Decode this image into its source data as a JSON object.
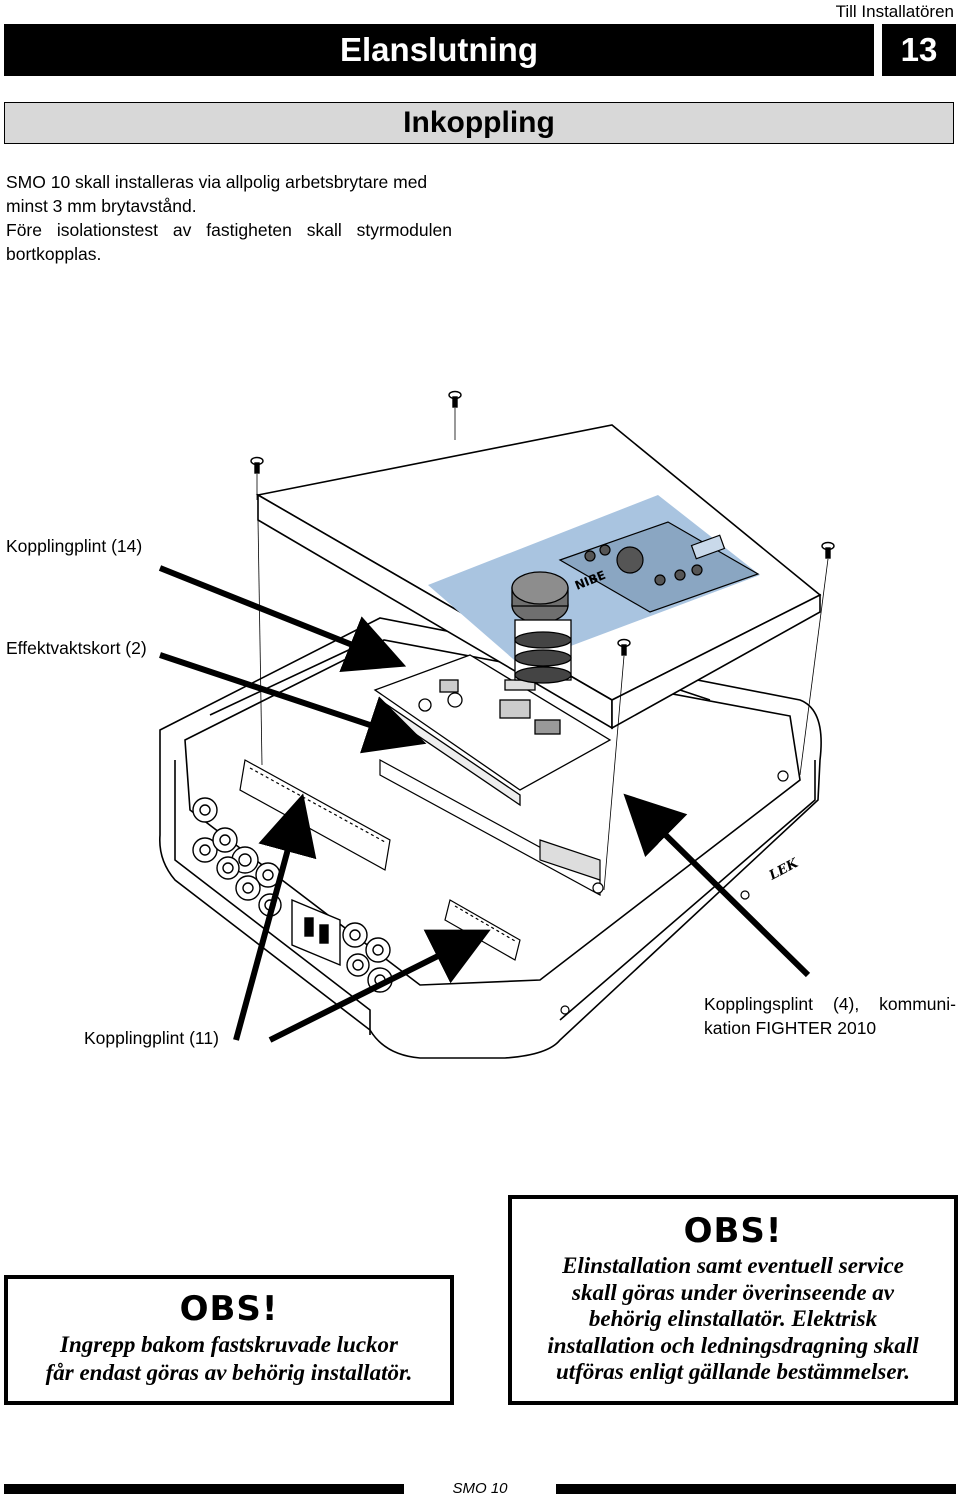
{
  "header": {
    "section_name": "Till Installatören",
    "title": "Elanslutning",
    "page_number": "13"
  },
  "section_heading": "Inkoppling",
  "intro": {
    "line1": "SMO 10 skall installeras via allpolig arbetsbrytare med",
    "line2": "minst 3 mm brytavstånd.",
    "line3": "Före isolationstest av fastigheten skall styrmodulen",
    "line4": "bortkopplas."
  },
  "figure": {
    "labels": {
      "kopplingplint_14": "Kopplingplint (14)",
      "effektvaktskort_2": "Effektvaktskort (2)",
      "kopplingplint_11": "Kopplingplint (11)",
      "kopplingsplint_4_line1": "Kopplingsplint (4), kommuni-",
      "kopplingsplint_4_line2": "kation FIGHTER 2010"
    },
    "brand_logo": "NIBE",
    "side_marking": "LEK"
  },
  "warnings": [
    {
      "title": "OBS!",
      "lines": [
        "Ingrepp bakom fastskruvade luckor",
        "får endast göras av behörig installatör."
      ]
    },
    {
      "title": "OBS!",
      "lines": [
        "Elinstallation samt eventuell service",
        "skall göras under överinseende av",
        "behörig elinstallatör. Elektrisk",
        "installation och ledningsdragning skall",
        "utföras enligt gällande bestämmelser."
      ]
    }
  ],
  "footer": {
    "label": "SMO 10"
  },
  "colors": {
    "panel_blue": "#a9c4e0",
    "bar_black": "#000000",
    "section_gray": "#d8d8d8"
  }
}
